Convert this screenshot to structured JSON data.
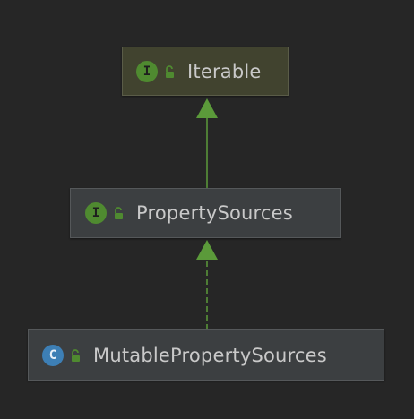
{
  "colors": {
    "background": "#262626",
    "edge": "#5b9a3a",
    "interface_badge": "#4f8a30",
    "class_badge": "#3d7fb5",
    "lock": "#4f8a30"
  },
  "nodes": [
    {
      "id": "iterable",
      "label": "Iterable",
      "kind": "interface",
      "badge": "I",
      "icon": "unlocked-lock-icon",
      "selected": true
    },
    {
      "id": "propertysources",
      "label": "PropertySources",
      "kind": "interface",
      "badge": "I",
      "icon": "unlocked-lock-icon",
      "selected": false
    },
    {
      "id": "mutablepropertysources",
      "label": "MutablePropertySources",
      "kind": "class",
      "badge": "C",
      "icon": "unlocked-lock-icon",
      "selected": false
    }
  ],
  "edges": [
    {
      "from": "propertysources",
      "to": "iterable",
      "type": "extends",
      "style": "solid"
    },
    {
      "from": "mutablepropertysources",
      "to": "propertysources",
      "type": "implements",
      "style": "dashed"
    }
  ]
}
